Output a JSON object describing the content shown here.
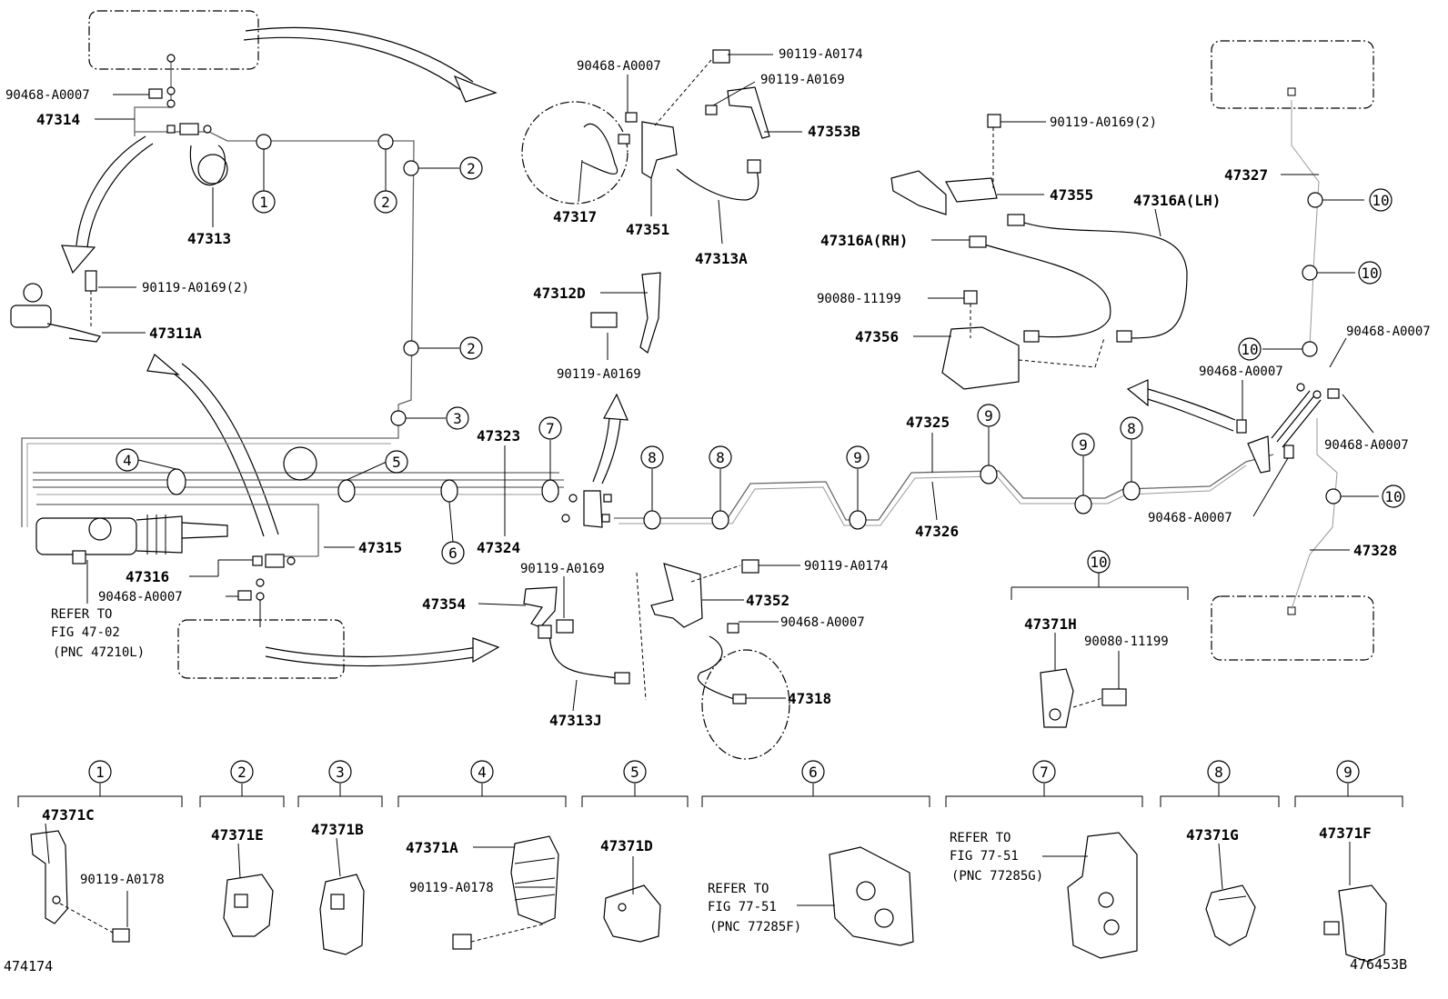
{
  "part_labels": {
    "p90468_A0007_a": "90468-A0007",
    "p47314": "47314",
    "p47313": "47313",
    "p90119_A0169_2_a": "90119-A0169(2)",
    "p47311A": "47311A",
    "p90468_A0007_b": "90468-A0007",
    "p90119_A0174_a": "90119-A0174",
    "p90119_A0169_a": "90119-A0169",
    "p47353B": "47353B",
    "p47317": "47317",
    "p47351": "47351",
    "p47313A": "47313A",
    "p47312D": "47312D",
    "p90119_A0169_b": "90119-A0169",
    "p90119_A0169_2_b": "90119-A0169(2)",
    "p47355": "47355",
    "p47316A_LH": "47316A(LH)",
    "p47316A_RH": "47316A(RH)",
    "p90080_11199_a": "90080-11199",
    "p47356": "47356",
    "p47327": "47327",
    "p90468_A0007_c": "90468-A0007",
    "p90468_A0007_d": "90468-A0007",
    "p90468_A0007_e": "90468-A0007",
    "p90468_A0007_f": "90468-A0007",
    "p47328": "47328",
    "p47323": "47323",
    "p47324": "47324",
    "p47325": "47325",
    "p47326": "47326",
    "p47315": "47315",
    "p47316": "47316",
    "p90468_A0007_g": "90468-A0007",
    "p90119_A0169_c": "90119-A0169",
    "p47354": "47354",
    "p47313J": "47313J",
    "p90119_A0174_b": "90119-A0174",
    "p47352": "47352",
    "p90468_A0007_h": "90468-A0007",
    "p47318": "47318",
    "p47371H": "47371H",
    "p90080_11199_b": "90080-11199",
    "p47371C": "47371C",
    "p90119_A0178_a": "90119-A0178",
    "p47371E": "47371E",
    "p47371B": "47371B",
    "p47371A": "47371A",
    "p90119_A0178_b": "90119-A0178",
    "p47371D": "47371D",
    "p47371G": "47371G",
    "p47371F": "47371F"
  },
  "refer_notes": {
    "left": {
      "line1": "REFER TO",
      "line2": "FIG 47-02",
      "line3": "(PNC 47210L)"
    },
    "n6": {
      "line1": "REFER TO",
      "line2": "FIG 77-51",
      "line3": "(PNC 77285F)"
    },
    "n7": {
      "line1": "REFER TO",
      "line2": "FIG 77-51",
      "line3": "(PNC 77285G)"
    }
  },
  "callouts": {
    "c1": "1",
    "c2": "2",
    "c3": "3",
    "c4": "4",
    "c5": "5",
    "c6": "6",
    "c7": "7",
    "c8": "8",
    "c9": "9",
    "c10": "10"
  },
  "figure_ids": {
    "left": "474174",
    "right": "476453B"
  }
}
